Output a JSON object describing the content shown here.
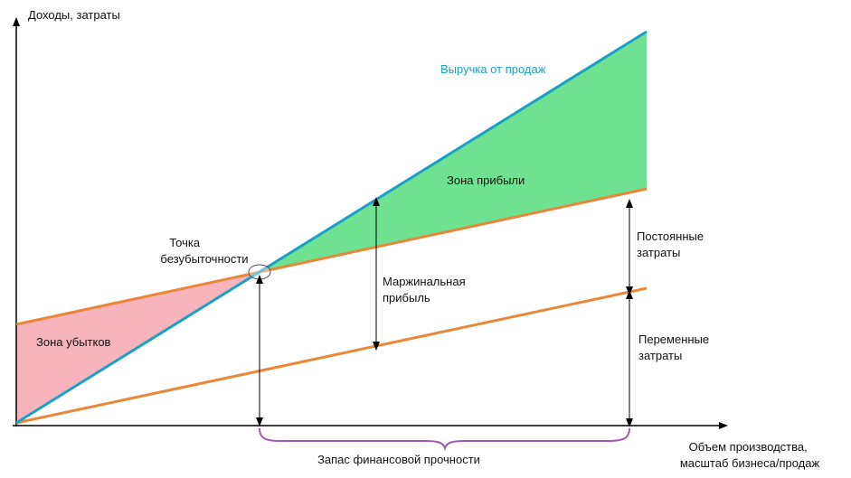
{
  "labels": {
    "y_axis": "Доходы, затраты",
    "x_axis_line1": "Объем производства,",
    "x_axis_line2": "масштаб бизнеса/продаж",
    "revenue": "Выручка от продаж",
    "profit_zone": "Зона прибыли",
    "loss_zone": "Зона убытков",
    "breakeven_line1": "Точка",
    "breakeven_line2": "безубыточности",
    "margin_line1": "Маржинальная",
    "margin_line2": "прибыль",
    "fixed_line1": "Постоянные",
    "fixed_line2": "затраты",
    "variable_line1": "Переменные",
    "variable_line2": "затраты",
    "safety_margin": "Запас финансовой прочности"
  },
  "colors": {
    "revenue_line": "#1aa0c8",
    "cost_line": "#e8873a",
    "profit_fill": "#6ee290",
    "loss_fill": "#f8b4bc",
    "safety_brace": "#a05ab4",
    "axis": "#000000"
  }
}
